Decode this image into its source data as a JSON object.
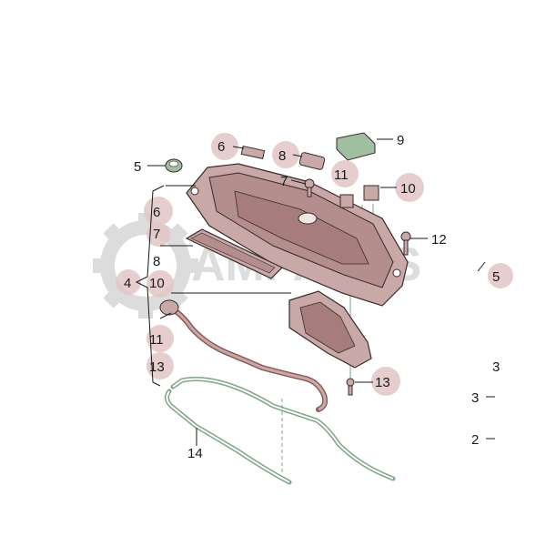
{
  "diagram": {
    "watermark": "AMPARTS",
    "labels": {
      "n2": "2",
      "n3": "3",
      "n3_cut": "3",
      "n2_cut": "5",
      "n4": "4",
      "n5": "5",
      "n6": "6",
      "n7": "7",
      "n8": "8",
      "n9": "9",
      "n10": "10",
      "n11": "11",
      "n12": "12",
      "n13": "13",
      "n14": "14",
      "bracket_6": "6",
      "bracket_7": "7",
      "bracket_8": "8",
      "bracket_10": "10",
      "bracket_11": "11",
      "bracket_13": "13"
    },
    "colors": {
      "part_fill": "#c9a8a8",
      "part_dark": "#8a5a5a",
      "highlight_circle": "#e3c6c6",
      "outline": "#3a2a2a",
      "gasket_green": "#7da58a",
      "cap_green": "#9fbfa0"
    }
  }
}
